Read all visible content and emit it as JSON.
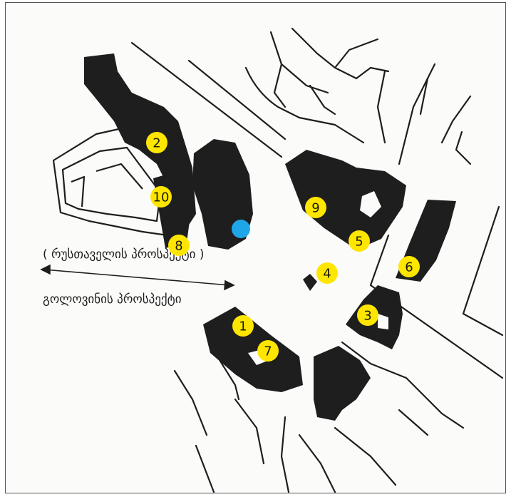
{
  "colors": {
    "marker": "#ffe600",
    "marker_text": "#1a1a00",
    "building": "#1e1e1e",
    "road": "#1e1e1e",
    "location_dot": "#1ea6e8"
  },
  "labels": {
    "rustaveli": "( რუსთაველის პროსპექტი )",
    "golovin": "გოლოვინის პროსპექტი"
  },
  "markers": [
    {
      "num": "1"
    },
    {
      "num": "2"
    },
    {
      "num": "3"
    },
    {
      "num": "4"
    },
    {
      "num": "5"
    },
    {
      "num": "6"
    },
    {
      "num": "7"
    },
    {
      "num": "8"
    },
    {
      "num": "9"
    },
    {
      "num": "10"
    }
  ],
  "current_location": {
    "icon": "location-dot-icon"
  }
}
